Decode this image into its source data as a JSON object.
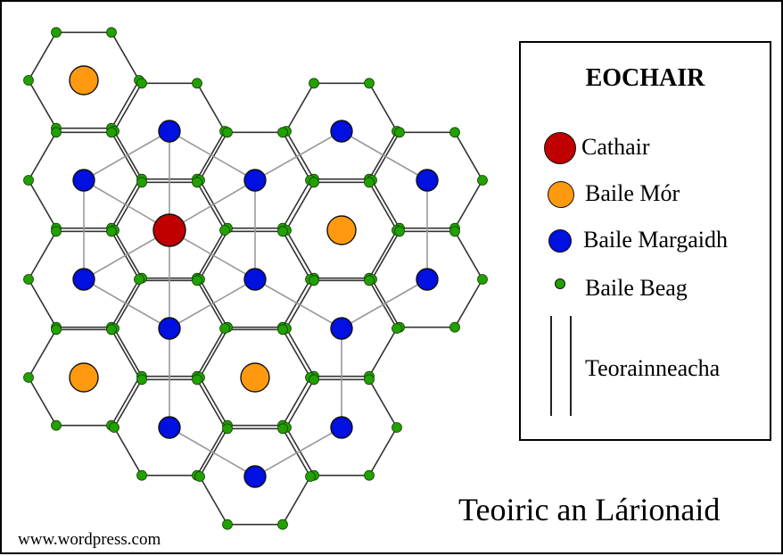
{
  "legend": {
    "title": "EOCHAIR",
    "items": [
      {
        "label": "Cathair",
        "color": "#c00000",
        "icon": "city-symbol"
      },
      {
        "label": "Baile Mór",
        "color": "#ff9a10",
        "icon": "large-town-symbol"
      },
      {
        "label": "Baile Margaidh",
        "color": "#0010e0",
        "icon": "market-town-symbol"
      },
      {
        "label": "Baile Beag",
        "color": "#22a000",
        "icon": "village-symbol"
      }
    ],
    "boundaries_label": "Teorainneacha"
  },
  "caption": "Teoiric an Lárionaid",
  "source": "www.wordpress.com",
  "colors": {
    "hex_outline": "#333333",
    "connector": "#999999",
    "cathair": "#c00000",
    "baile_mor": "#ff9a10",
    "baile_margaidh": "#0010e0",
    "baile_beag": "#22a000"
  }
}
